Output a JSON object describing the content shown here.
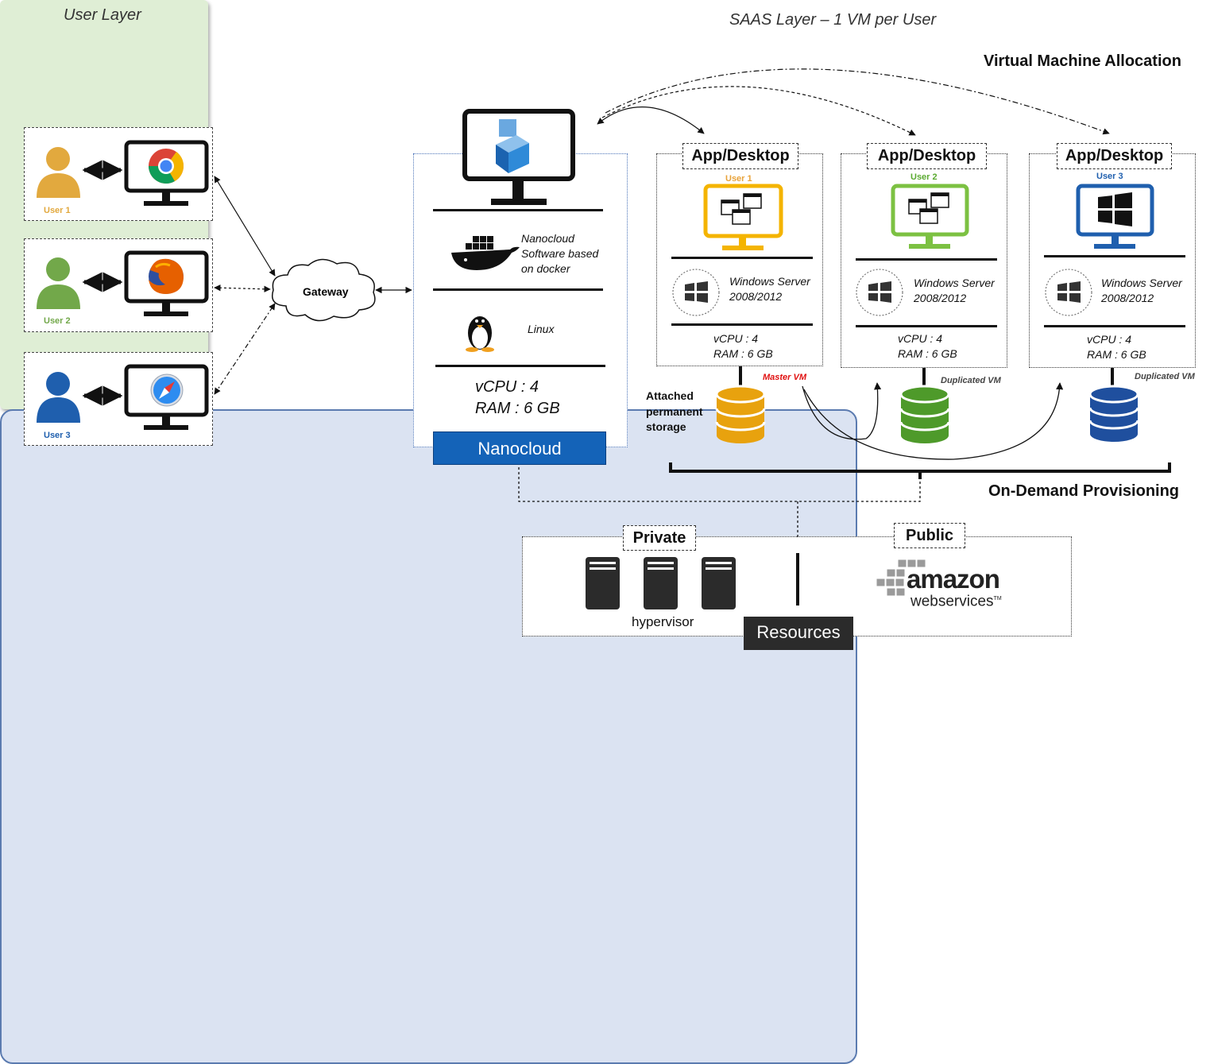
{
  "user_layer": {
    "title": "User Layer",
    "users": [
      {
        "label": "User 1",
        "color": "#e2a93e",
        "browser": "chrome-icon"
      },
      {
        "label": "User 2",
        "color": "#72a84a",
        "browser": "firefox-icon"
      },
      {
        "label": "User 3",
        "color": "#1f5fae",
        "browser": "safari-icon"
      }
    ]
  },
  "gateway": {
    "label": "Gateway"
  },
  "saas_layer": {
    "title": "SAAS Layer – 1 VM per User",
    "vm_allocation": "Virtual Machine Allocation",
    "on_demand": "On-Demand Provisioning"
  },
  "nanocloud": {
    "docker_text": [
      "Nanocloud",
      "Software based",
      "on docker"
    ],
    "linux_text": "Linux",
    "vcpu": "vCPU : 4",
    "ram": "RAM : 6 GB",
    "footer_label": "Nanocloud",
    "footer_color": "#1463b8"
  },
  "vms": [
    {
      "title": "App/Desktop",
      "user": "User 1",
      "user_color": "#e8a238",
      "monitor_color": "#f4b400",
      "os": [
        "Windows Server",
        "2008/2012"
      ],
      "vcpu": "vCPU : 4",
      "ram": "RAM : 6 GB",
      "tag": "Master VM",
      "tag_color": "#e01010",
      "db_color": "#e8a20e"
    },
    {
      "title": "App/Desktop",
      "user": "User 2",
      "user_color": "#5aaa30",
      "monitor_color": "#7cc142",
      "os": [
        "Windows Server",
        "2008/2012"
      ],
      "vcpu": "vCPU : 4",
      "ram": "RAM : 6 GB",
      "tag": "Duplicated VM",
      "tag_color": "#444444",
      "db_color": "#4e9a2a"
    },
    {
      "title": "App/Desktop",
      "user": "User 3",
      "user_color": "#1f5fae",
      "monitor_color": "#1f5fae",
      "os": [
        "Windows Server",
        "2008/2012"
      ],
      "vcpu": "vCPU : 4",
      "ram": "RAM : 6 GB",
      "tag": "Duplicated VM",
      "tag_color": "#444444",
      "db_color": "#1f4f9e"
    }
  ],
  "storage_label": [
    "Attached",
    "permanent",
    "storage"
  ],
  "resources": {
    "private": "Private",
    "public": "Public",
    "hypervisor": "hypervisor",
    "label": "Resources",
    "amazon": "amazon",
    "webservices": "webservices",
    "trademark": "TM"
  }
}
